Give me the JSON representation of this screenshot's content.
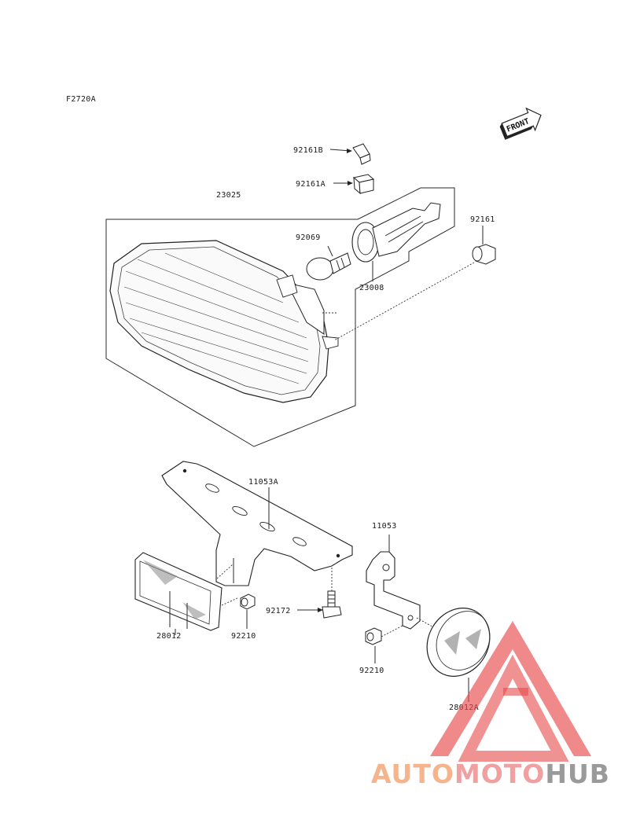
{
  "figure_code": "F2720A",
  "front_arrow": {
    "text": "FRONT"
  },
  "parts": {
    "p23025": "23025",
    "p92161B": "92161B",
    "p92161A": "92161A",
    "p92069": "92069",
    "p23008": "23008",
    "p92161": "92161",
    "p11053A": "11053A",
    "p11053": "11053",
    "p28012": "28012",
    "p92210_left": "92210",
    "p92172": "92172",
    "p92210_right": "92210",
    "p28012A": "28012A"
  },
  "watermark": {
    "text_part1": "AUTO",
    "text_part2": "MOTO",
    "text_part3": "HUB",
    "color_part1": "#f5b48c",
    "color_part2": "#f0a0a0",
    "color_part3": "#9a9a9a",
    "triangle_color": "#e84a4a"
  }
}
